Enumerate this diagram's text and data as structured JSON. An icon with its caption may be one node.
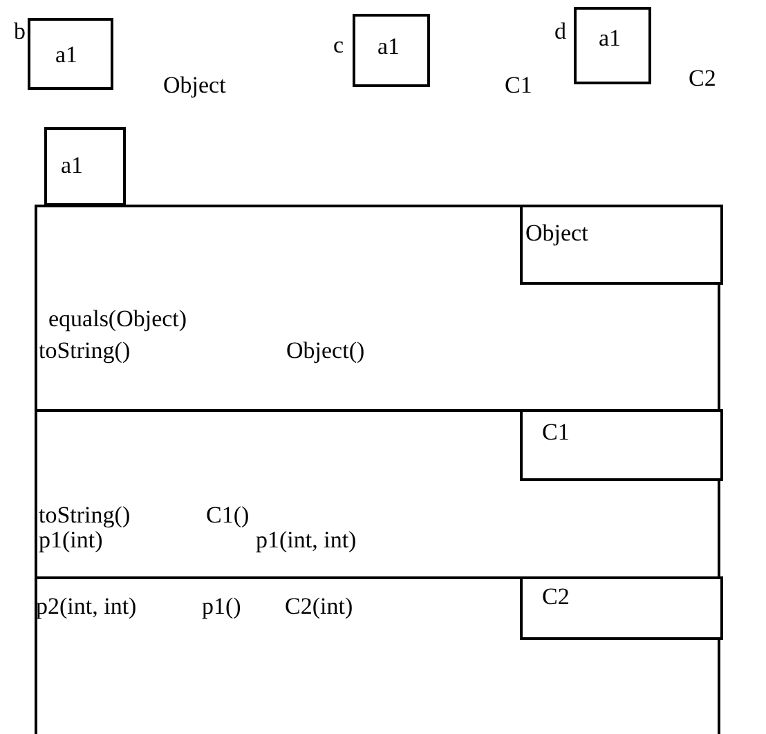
{
  "diagram": {
    "nodes": [
      {
        "text": [
          "a1"
        ],
        "beside": [
          "b"
        ]
      },
      {
        "text": [
          "a1"
        ],
        "beside": [
          "c"
        ]
      },
      {
        "text": [
          "a1"
        ],
        "beside": [
          "d"
        ]
      },
      {
        "text": [
          "a1"
        ]
      },
      {
        "text": [
          "equals(Object)",
          "toString()",
          "Object()"
        ]
      },
      {
        "text": [
          "Object"
        ],
        "in": 4
      },
      {
        "text": [
          "toString()",
          "C1()",
          "p1(int)",
          "p1(int, int)"
        ]
      },
      {
        "text": [
          "C1"
        ],
        "in": 6
      },
      {
        "text": [
          "p2(int, int)",
          "p1()",
          "C2(int)"
        ]
      },
      {
        "text": [
          "C2"
        ],
        "in": 8
      }
    ],
    "labels": [
      "Object",
      "C1",
      "C2"
    ]
  }
}
